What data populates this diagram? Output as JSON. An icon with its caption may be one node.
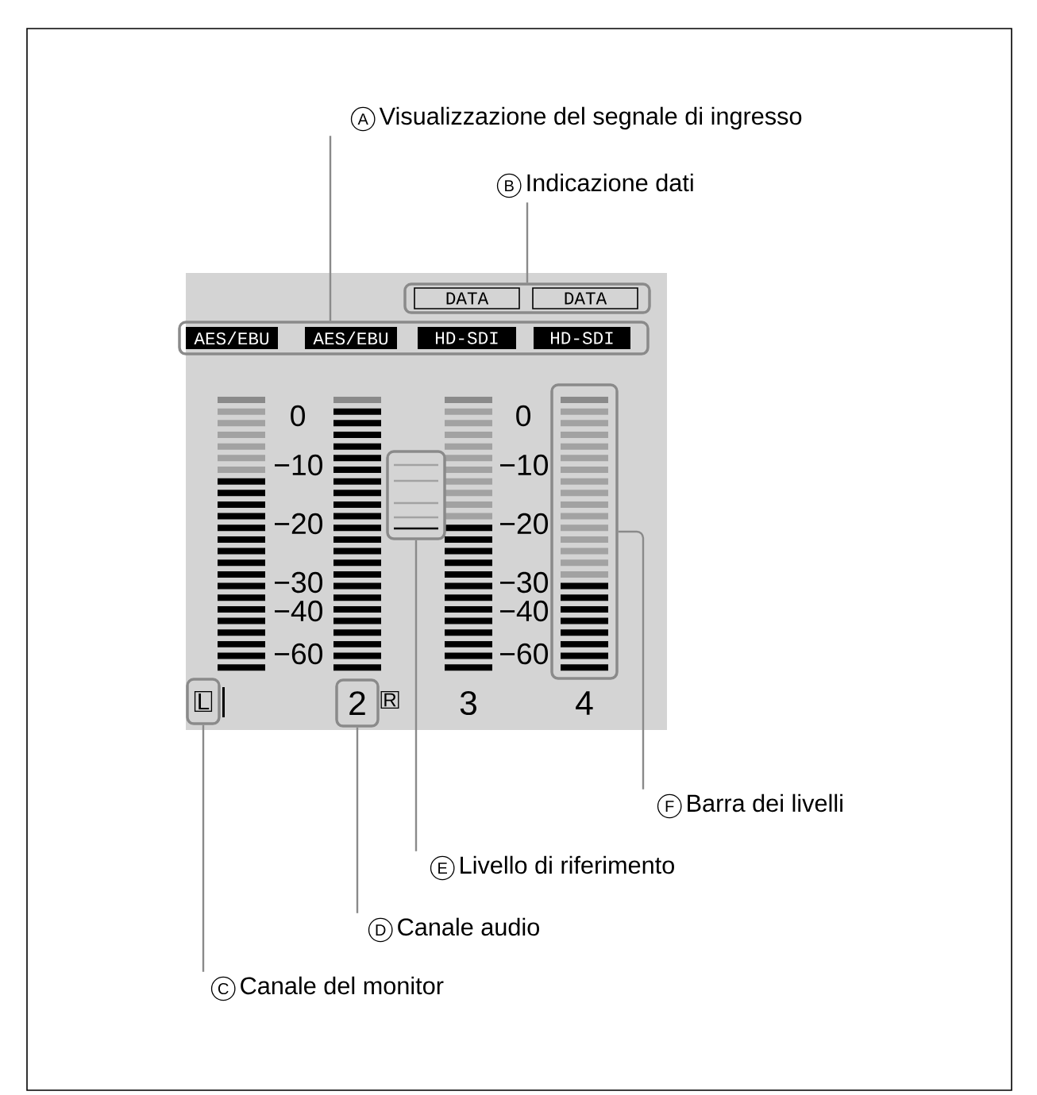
{
  "diagram": {
    "nodes": [
      {
        "text": [
          "A",
          "Visualizzazione del segnale di ingresso"
        ]
      },
      {
        "text": [
          "B",
          "Indicazione dati"
        ]
      },
      {
        "text": [],
        "shape": "box"
      },
      {
        "text": [
          "AES/EBU"
        ],
        "in": 2
      },
      {
        "text": [
          "AES/EBU"
        ],
        "in": 2
      },
      {
        "text": [
          "HD-SDI"
        ],
        "in": 2
      },
      {
        "text": [
          "HD-SDI"
        ],
        "in": 2
      },
      {
        "text": [],
        "shape": "box"
      },
      {
        "text": [
          "DATA"
        ],
        "in": 7
      },
      {
        "text": [
          "DATA"
        ],
        "in": 7
      },
      {
        "text": [
          "L"
        ]
      },
      {
        "text": [
          "2"
        ]
      },
      {
        "text": [],
        "shape": "box"
      },
      {
        "text": [],
        "shape": "box"
      },
      {
        "text": [
          "F",
          "Barra dei livelli"
        ]
      },
      {
        "text": [
          "E",
          "Livello di riferimento"
        ]
      },
      {
        "text": [
          "D",
          "Canale audio"
        ]
      },
      {
        "text": [
          "C",
          "Canale del monitor"
        ]
      }
    ],
    "edges": [
      {
        "from": 0,
        "to": 2,
        "arrow": "none"
      },
      {
        "from": 1,
        "to": 7,
        "arrow": "none"
      },
      {
        "from": 14,
        "to": 13,
        "arrow": "none"
      },
      {
        "from": 15,
        "to": 12,
        "arrow": "none"
      },
      {
        "from": 16,
        "to": 11,
        "arrow": "none"
      },
      {
        "from": 17,
        "to": 10,
        "arrow": "none"
      }
    ],
    "labels": [
      "0",
      "−10",
      "−20",
      "−30",
      "−40",
      "−60",
      "0",
      "−10",
      "−20",
      "−30",
      "−40",
      "−60",
      "R",
      "3",
      "4"
    ]
  }
}
